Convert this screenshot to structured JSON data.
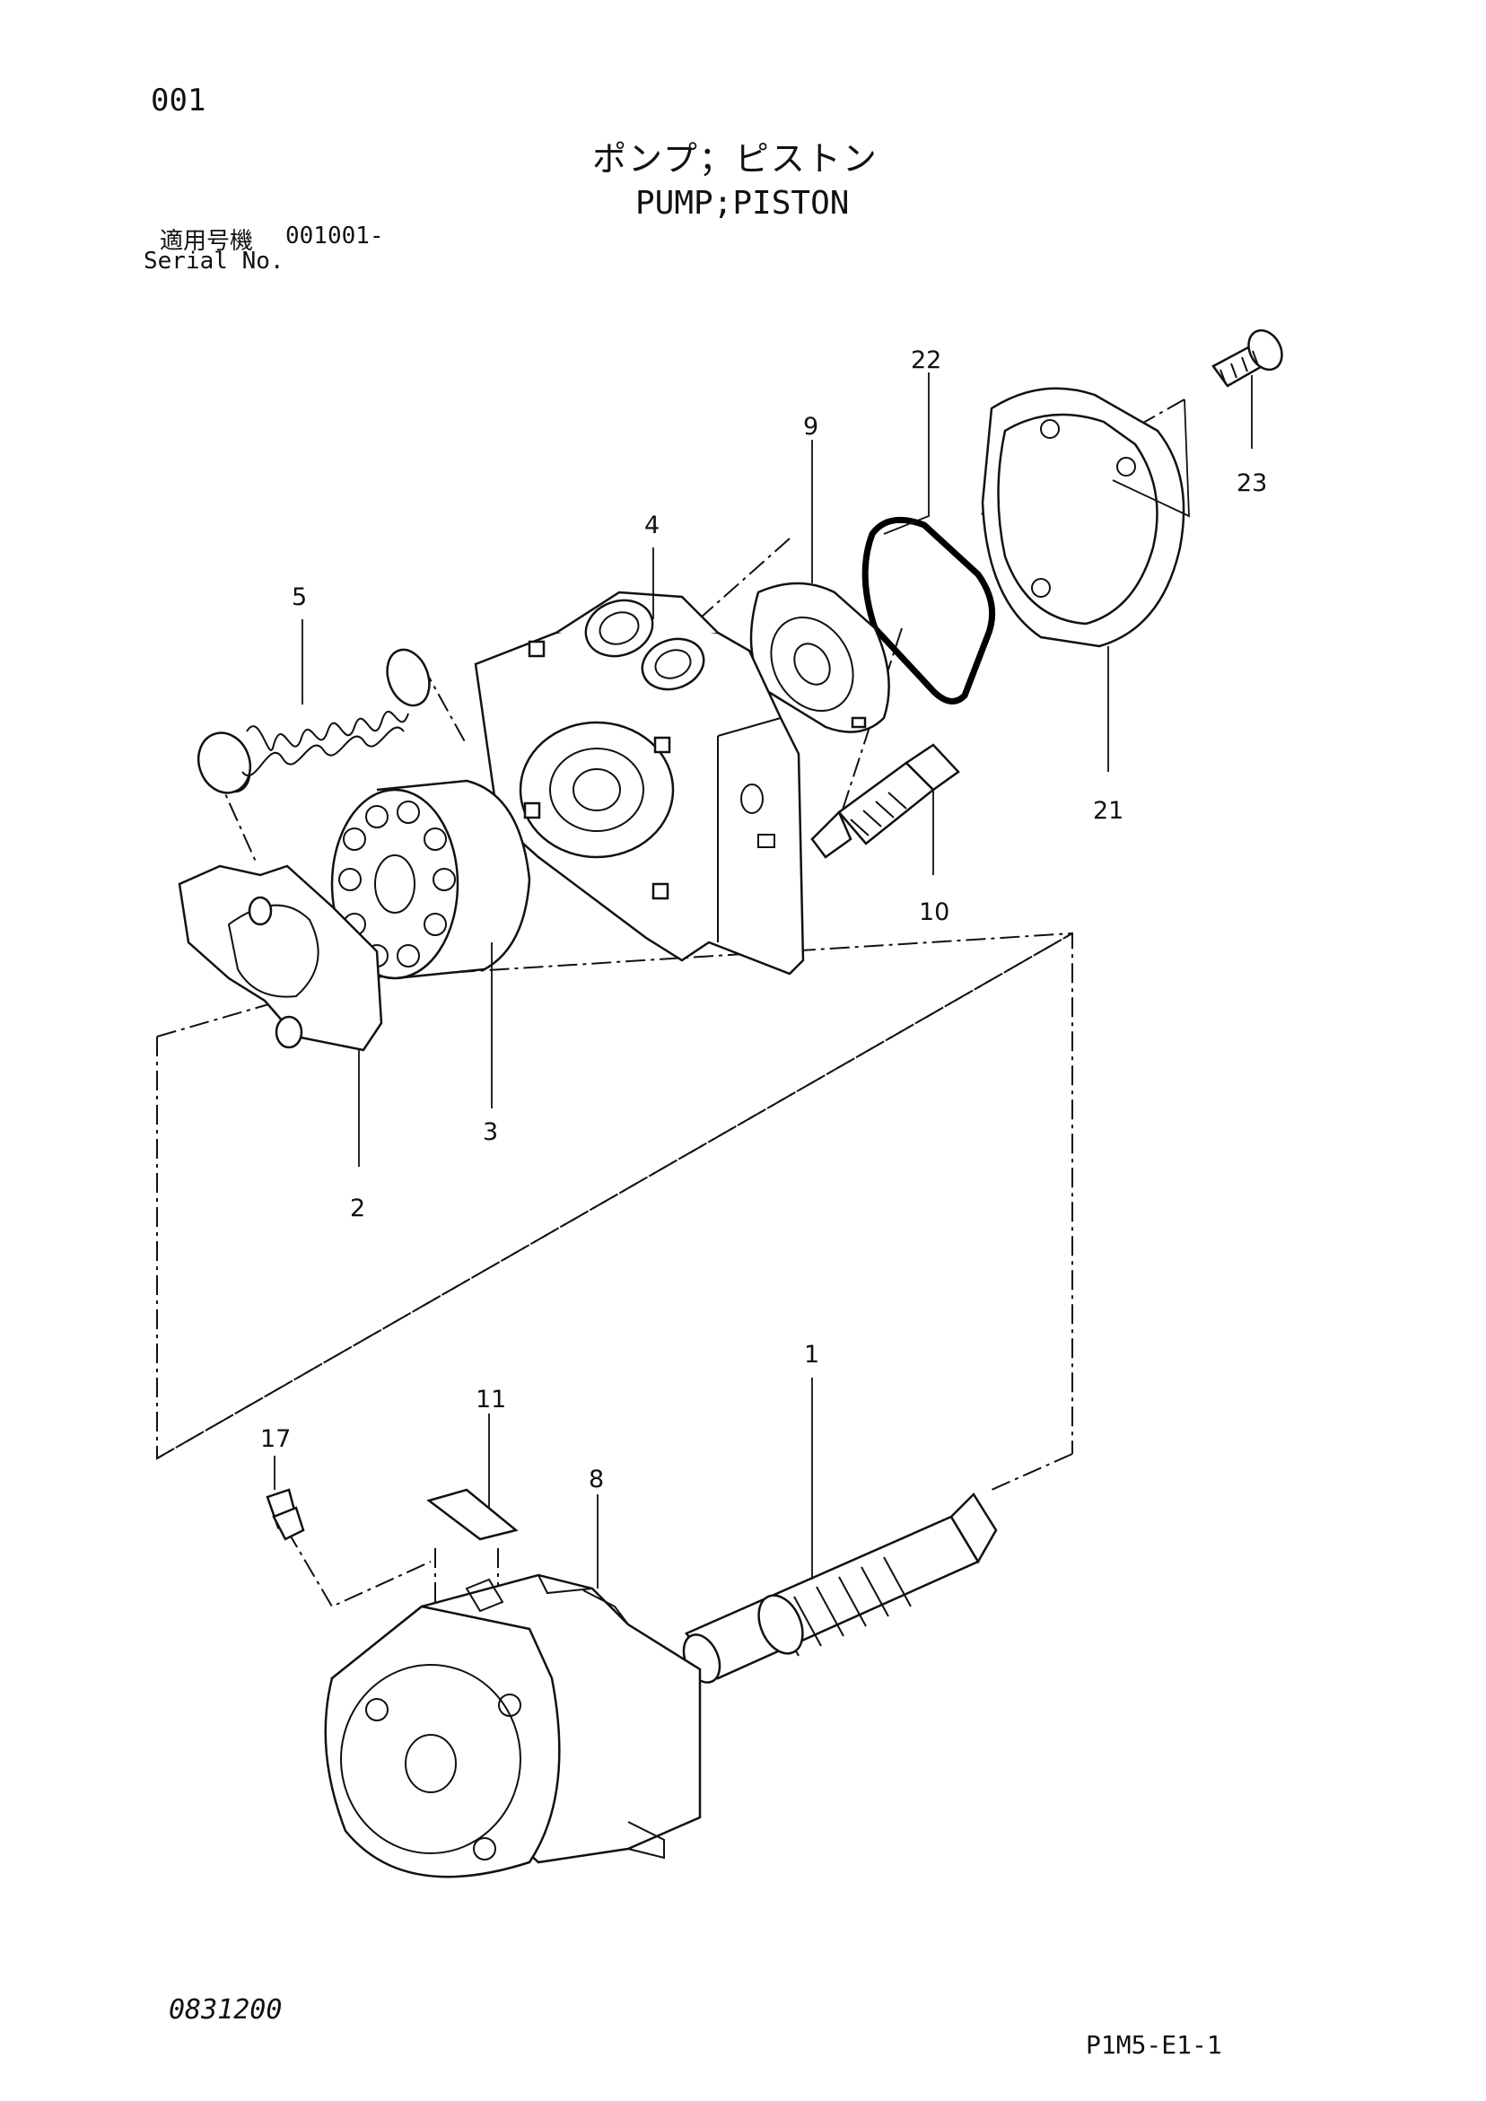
{
  "header": {
    "page_number": "001",
    "title_jp": "ポンプ；ピストン",
    "title_en": "PUMP;PISTON",
    "serial_label_jp": "適用号機",
    "serial_value": "001001-",
    "serial_label_en": "Serial No."
  },
  "footer": {
    "doc_code": "0831200",
    "sheet_code": "P1M5-E1-1"
  },
  "callouts": {
    "c1": "1",
    "c2": "2",
    "c3": "3",
    "c4": "4",
    "c5": "5",
    "c8": "8",
    "c9": "9",
    "c10": "10",
    "c11": "11",
    "c17": "17",
    "c21": "21",
    "c22": "22",
    "c23": "23"
  }
}
